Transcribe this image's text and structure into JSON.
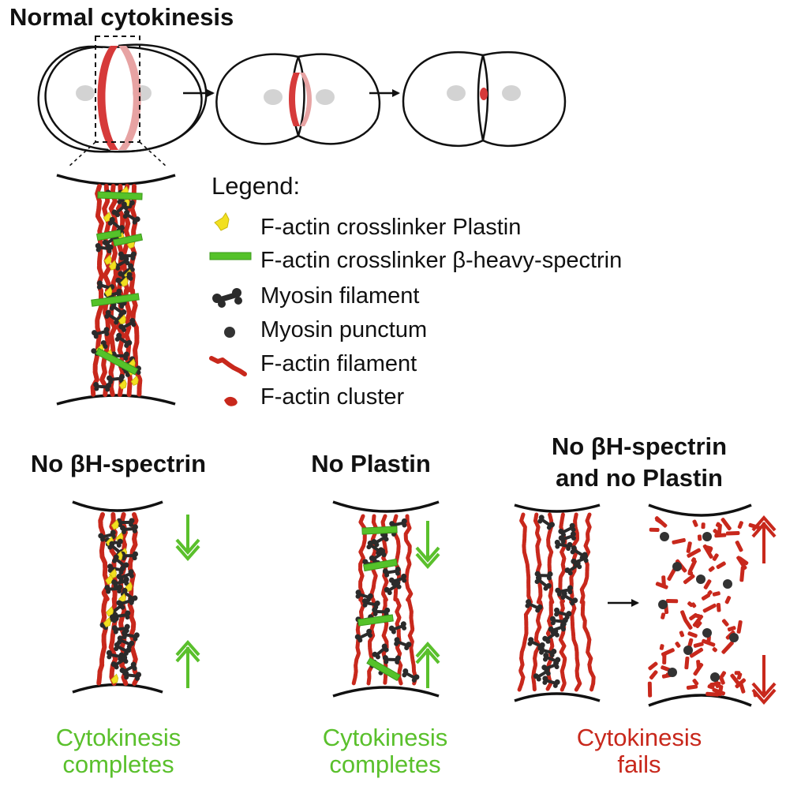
{
  "title": "Normal cytokinesis",
  "legend": {
    "title": "Legend:",
    "items": [
      {
        "key": "plastin",
        "label": "F-actin crosslinker Plastin",
        "icon": "plastin-icon",
        "color": "#f2e020"
      },
      {
        "key": "spectrin",
        "label": "F-actin crosslinker β-heavy-spectrin",
        "icon": "spectrin-bar-icon",
        "color": "#55c22a"
      },
      {
        "key": "myosin-filament",
        "label": "Myosin filament",
        "icon": "myosin-filament-icon",
        "color": "#2b2b2b"
      },
      {
        "key": "myosin-punctum",
        "label": "Myosin punctum",
        "icon": "myosin-punctum-icon",
        "color": "#333333"
      },
      {
        "key": "actin-filament",
        "label": "F-actin filament",
        "icon": "actin-filament-icon",
        "color": "#c8281c"
      },
      {
        "key": "actin-cluster",
        "label": "F-actin cluster",
        "icon": "actin-cluster-icon",
        "color": "#c8281c"
      }
    ]
  },
  "panels": [
    {
      "key": "no-spectrin",
      "title_lines": [
        "No βH-spectrin"
      ],
      "outcome_lines": [
        "Cytokinesis",
        "completes"
      ],
      "outcome_color": "#5ac02c"
    },
    {
      "key": "no-plastin",
      "title_lines": [
        "No Plastin"
      ],
      "outcome_lines": [
        "Cytokinesis",
        "completes"
      ],
      "outcome_color": "#5ac02c"
    },
    {
      "key": "no-both",
      "title_lines": [
        "No βH-spectrin",
        "and no Plastin"
      ],
      "outcome_lines": [
        "Cytokinesis",
        "fails"
      ],
      "outcome_color": "#c8281c"
    }
  ],
  "colors": {
    "ring": "#d63a3a",
    "nucleus": "#d3d3d3",
    "arrow_ok": "#5ac02c",
    "arrow_fail": "#c8281c",
    "outline": "#111111"
  }
}
